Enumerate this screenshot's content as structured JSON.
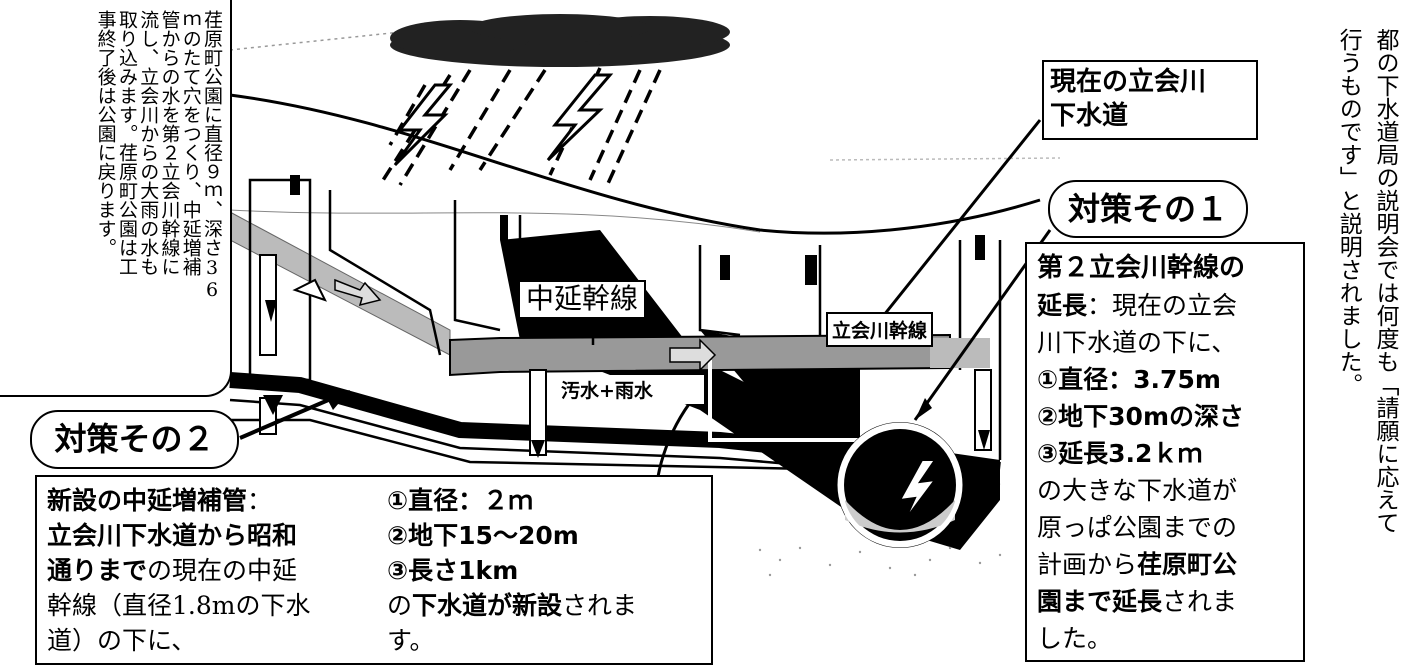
{
  "callout_left": {
    "lines": [
      "荏原町公園に直径９ｍ、深さ36",
      "ｍのたて穴をつくり、中延増補",
      "管からの水を第２立会川幹線に",
      "流し、立会川からの大雨の水も",
      "取り込みます。荏原町公園は工",
      "事終了後は公園に戻ります。"
    ]
  },
  "current_sewer_label": [
    "現在の立会川",
    "下水道"
  ],
  "measure1": {
    "title": "対策その１",
    "heading_line1": "第２立会川幹線の",
    "heading_bold2": "延長",
    "text_lines": [
      "：現在の立会",
      "川下水道の下に、"
    ],
    "items": [
      "①直径：3.75m",
      "②地下30mの深さ",
      "③延長3.2ｋｍ"
    ],
    "body_lines": [
      "の大きな下水道が",
      "原っぱ公園までの",
      "計画から"
    ],
    "bold_place1": "荏原町公",
    "bold_place2": "園まで延長",
    "tail1": "されま",
    "tail2": "した。"
  },
  "measure2": {
    "title": "対策その２",
    "heading": "新設の中延増補管",
    "colon": "：",
    "bold_lines": [
      "立会川下水道から昭和",
      "通りまで"
    ],
    "text_after": "の現在の中延",
    "body_lines": [
      "幹線（直径1.8mの下水",
      "道）の下に、"
    ],
    "items": [
      "①直径：２ｍ",
      "②地下15～20m",
      "③長さ1km"
    ],
    "end_prefix": "の",
    "end_bold": "下水道が新設",
    "end_suffix": "されま",
    "end_last": "す。"
  },
  "diagram_labels": {
    "nakanobu": "中延幹線",
    "tachiaigawa": "立会川幹線",
    "sewage": "汚水+雨水"
  },
  "right_note": {
    "lines": [
      "都の下水道局の説明会では何度も「請願に応えて",
      "行うものです」と説明されました。"
    ]
  }
}
